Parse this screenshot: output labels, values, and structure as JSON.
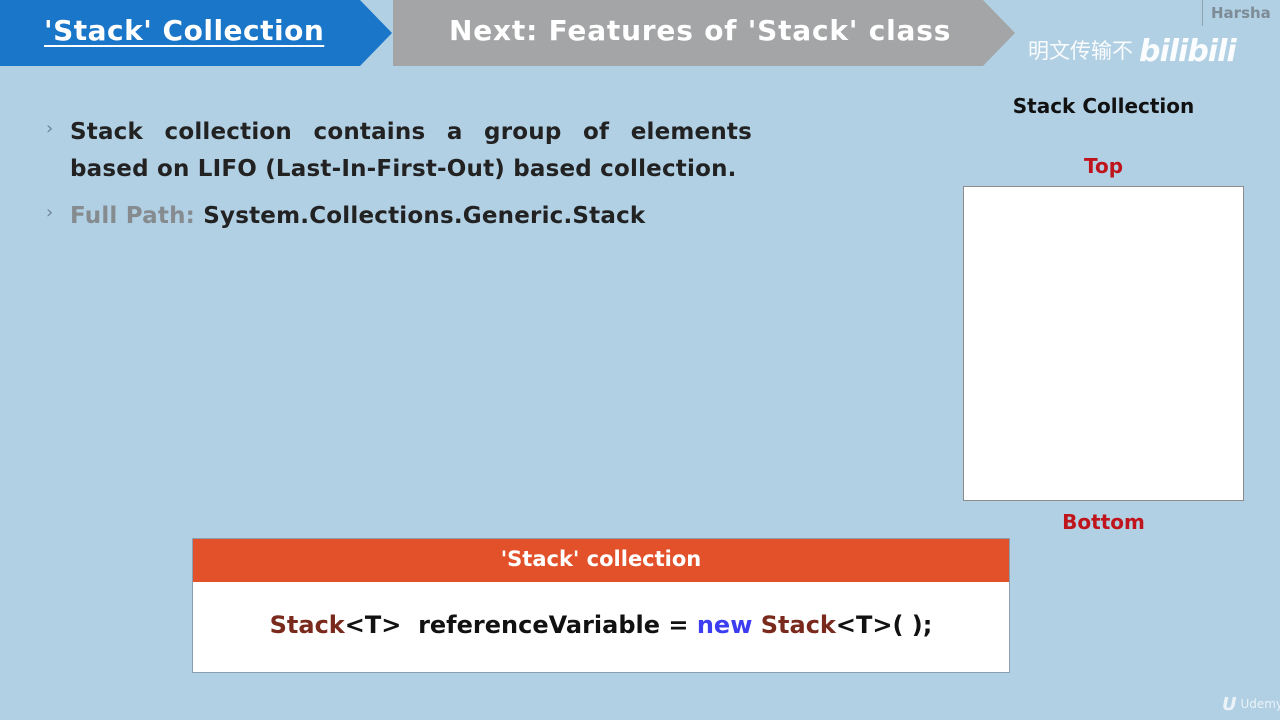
{
  "header": {
    "current_topic": "'Stack' Collection",
    "next_topic": "Next: Features of 'Stack' class",
    "author": "Harsha",
    "watermark_text": "明文传输不",
    "watermark_logo": "bilibili"
  },
  "bullets": [
    {
      "marker": "›",
      "text": "Stack collection contains a group of elements based on LIFO (Last-In-First-Out) based collection."
    },
    {
      "marker": "›",
      "label": "Full Path:",
      "value": "System.Collections.Generic.Stack"
    }
  ],
  "stack_diagram": {
    "title": "Stack Collection",
    "top_label": "Top",
    "bottom_label": "Bottom"
  },
  "syntax": {
    "header": "'Stack' collection",
    "code": {
      "type1": "Stack",
      "generic1": "<T>",
      "variable": "  referenceVariable = ",
      "new_kw": "new",
      "type2": "Stack",
      "generic2": "<T>( );"
    }
  },
  "footer": {
    "udemy_icon": "U",
    "udemy_text": "Udemy"
  },
  "colors": {
    "background": "#b1d0e4",
    "current_tab": "#1a76c8",
    "next_tab": "#a3a5a6",
    "syntax_header": "#e2512a",
    "stack_labels": "#c0141c",
    "keyword_type": "#7a2a1c",
    "keyword_new": "#3c3cf0"
  }
}
